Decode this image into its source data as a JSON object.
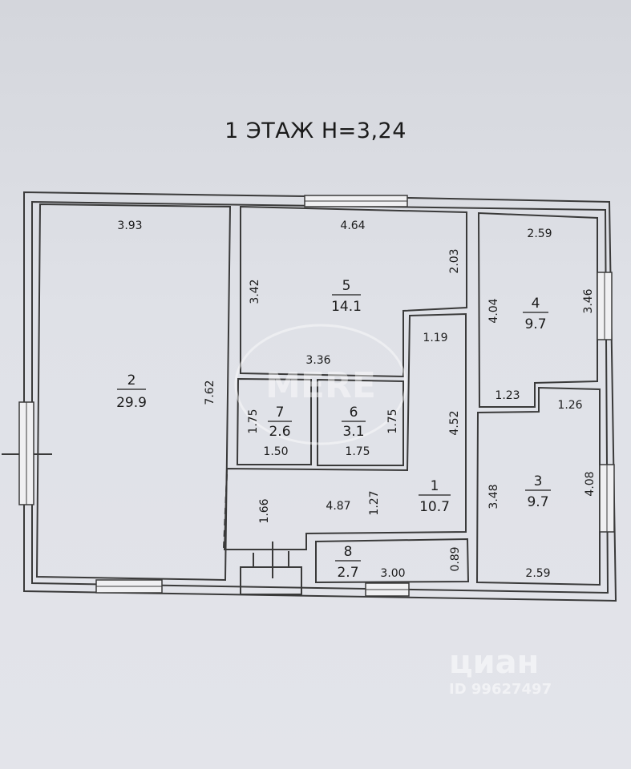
{
  "title": "1 ЭТАЖ  Н=3,24",
  "rooms": [
    {
      "number": "1",
      "area": "10.7"
    },
    {
      "number": "2",
      "area": "29.9"
    },
    {
      "number": "3",
      "area": "9.7"
    },
    {
      "number": "4",
      "area": "9.7"
    },
    {
      "number": "5",
      "area": "14.1"
    },
    {
      "number": "6",
      "area": "3.1"
    },
    {
      "number": "7",
      "area": "2.6"
    },
    {
      "number": "8",
      "area": "2.7"
    }
  ],
  "dimensions": {
    "r2_top": "3.93",
    "r2_side": "7.62",
    "r5_top": "4.64",
    "r5_left": "3.42",
    "r5_right": "2.03",
    "r5_bottom": "3.36",
    "hall_top": "1.19",
    "hall_side": "4.52",
    "hall_bottom": "4.87",
    "hall_mid": "1.27",
    "hall_left": "1.66",
    "r7_side": "1.75",
    "r7_bottom": "1.50",
    "r6_side": "1.75",
    "r6_bottom": "1.75",
    "r4_top": "2.59",
    "r4_left": "4.04",
    "r4_right": "3.46",
    "r4_bottom": "1.23",
    "r3_top": "1.26",
    "r3_left": "3.48",
    "r3_right": "4.08",
    "r3_bottom": "2.59",
    "r8_bottom": "3.00",
    "r8_side": "0.89"
  },
  "watermarks": {
    "center": "MERE",
    "brand": "циан",
    "id": "ID 99627497"
  },
  "colors": {
    "wall": "#3a3a3a",
    "paper": "#dfe1e7"
  }
}
